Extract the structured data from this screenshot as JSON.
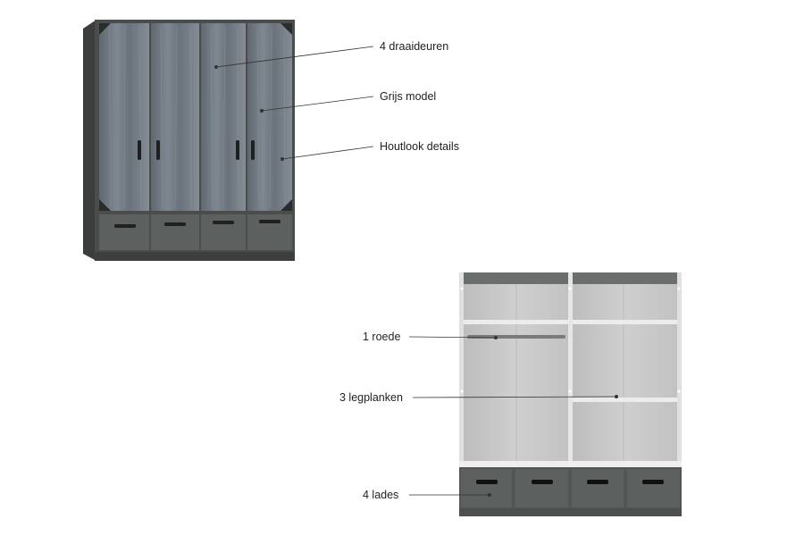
{
  "figure": {
    "closed_wardrobe": {
      "annotations": {
        "doors": "4 draaideuren",
        "color": "Grijs model",
        "finish": "Houtlook details"
      }
    },
    "open_wardrobe": {
      "annotations": {
        "rod": "1 roede",
        "shelves": "3 legplanken",
        "drawers": "4 lades"
      }
    }
  },
  "colors": {
    "frame": "#4a4d4c",
    "frame_dark": "#2f3231",
    "wood": "#6e7680",
    "wood_light": "#8d949c",
    "drawer": "#5c605f",
    "interior": "#c9c9c9",
    "shelf": "#ececec",
    "leader": "#333333",
    "text": "#222222"
  }
}
